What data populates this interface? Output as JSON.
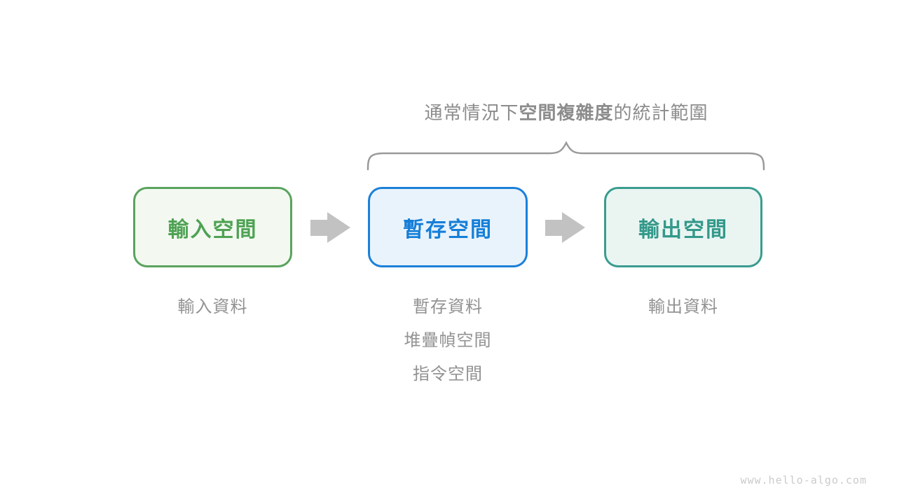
{
  "title": {
    "prefix": "通常情況下",
    "bold": "空間複雜度",
    "suffix": "的統計範圍"
  },
  "boxes": [
    {
      "id": "input-space",
      "label": "輸入空間"
    },
    {
      "id": "temp-space",
      "label": "暫存空間"
    },
    {
      "id": "output-space",
      "label": "輸出空間"
    }
  ],
  "labels": {
    "input": [
      "輸入資料"
    ],
    "temp": [
      "暫存資料",
      "堆疊幀空間",
      "指令空間"
    ],
    "output": [
      "輸出資料"
    ]
  },
  "watermark": "www.hello-algo.com",
  "icons": {
    "arrow_between_boxes": "right-block-arrow",
    "scope_bracket": "top-curly-brace"
  },
  "colors": {
    "green-border": "#5aa35e",
    "green-text": "#4ea254",
    "green-bg": "#f3f9f0",
    "blue-border": "#1b80d8",
    "blue-text": "#157fd8",
    "blue-bg": "#e9f3fc",
    "teal-border": "#3a9c8f",
    "teal-text": "#33998a",
    "teal-bg": "#eaf5f2",
    "title-gray": "#8c8c8c",
    "label-gray": "#929292",
    "arrow-gray": "#c2c2c2",
    "brace-gray": "#9a9a9a",
    "watermark-gray": "#cbcbcb"
  }
}
